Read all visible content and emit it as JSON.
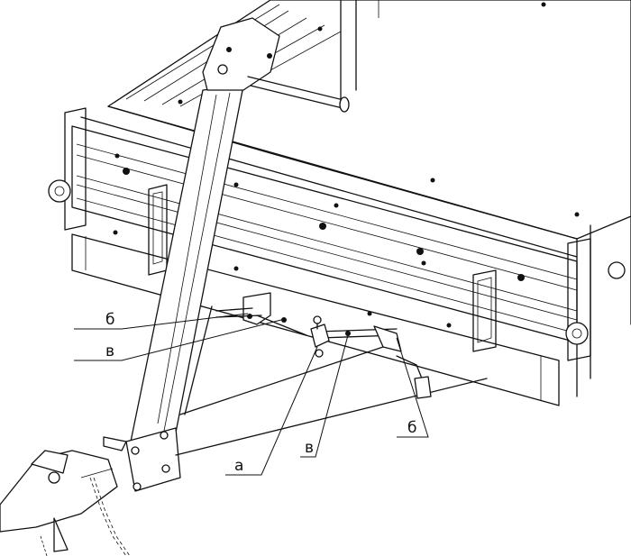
{
  "labels": {
    "b_left": "б",
    "v_left": "в",
    "a_bottom": "а",
    "v_bottom": "в",
    "b_right": "б"
  }
}
